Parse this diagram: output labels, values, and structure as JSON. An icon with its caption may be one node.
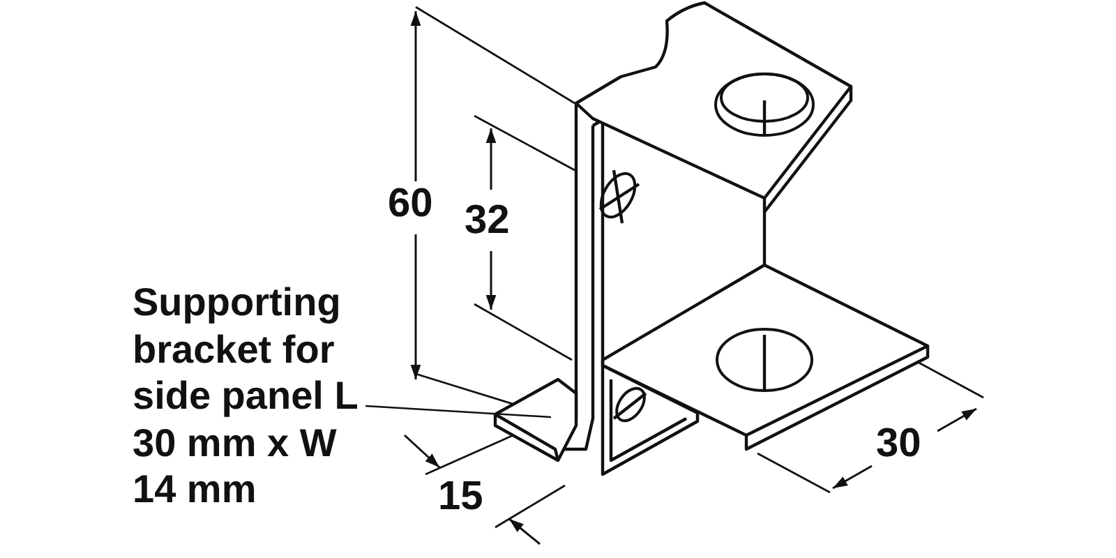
{
  "diagram": {
    "nodes": [
      {
        "text": [
          "Supporting bracket for side panel L 30 mm x W 14 mm"
        ]
      },
      {
        "text": [],
        "shape": "picture"
      }
    ],
    "edges": [
      {
        "from": 0,
        "to": 1,
        "arrow": "none"
      }
    ],
    "labels": [
      "60",
      "32",
      "15",
      "30"
    ]
  }
}
